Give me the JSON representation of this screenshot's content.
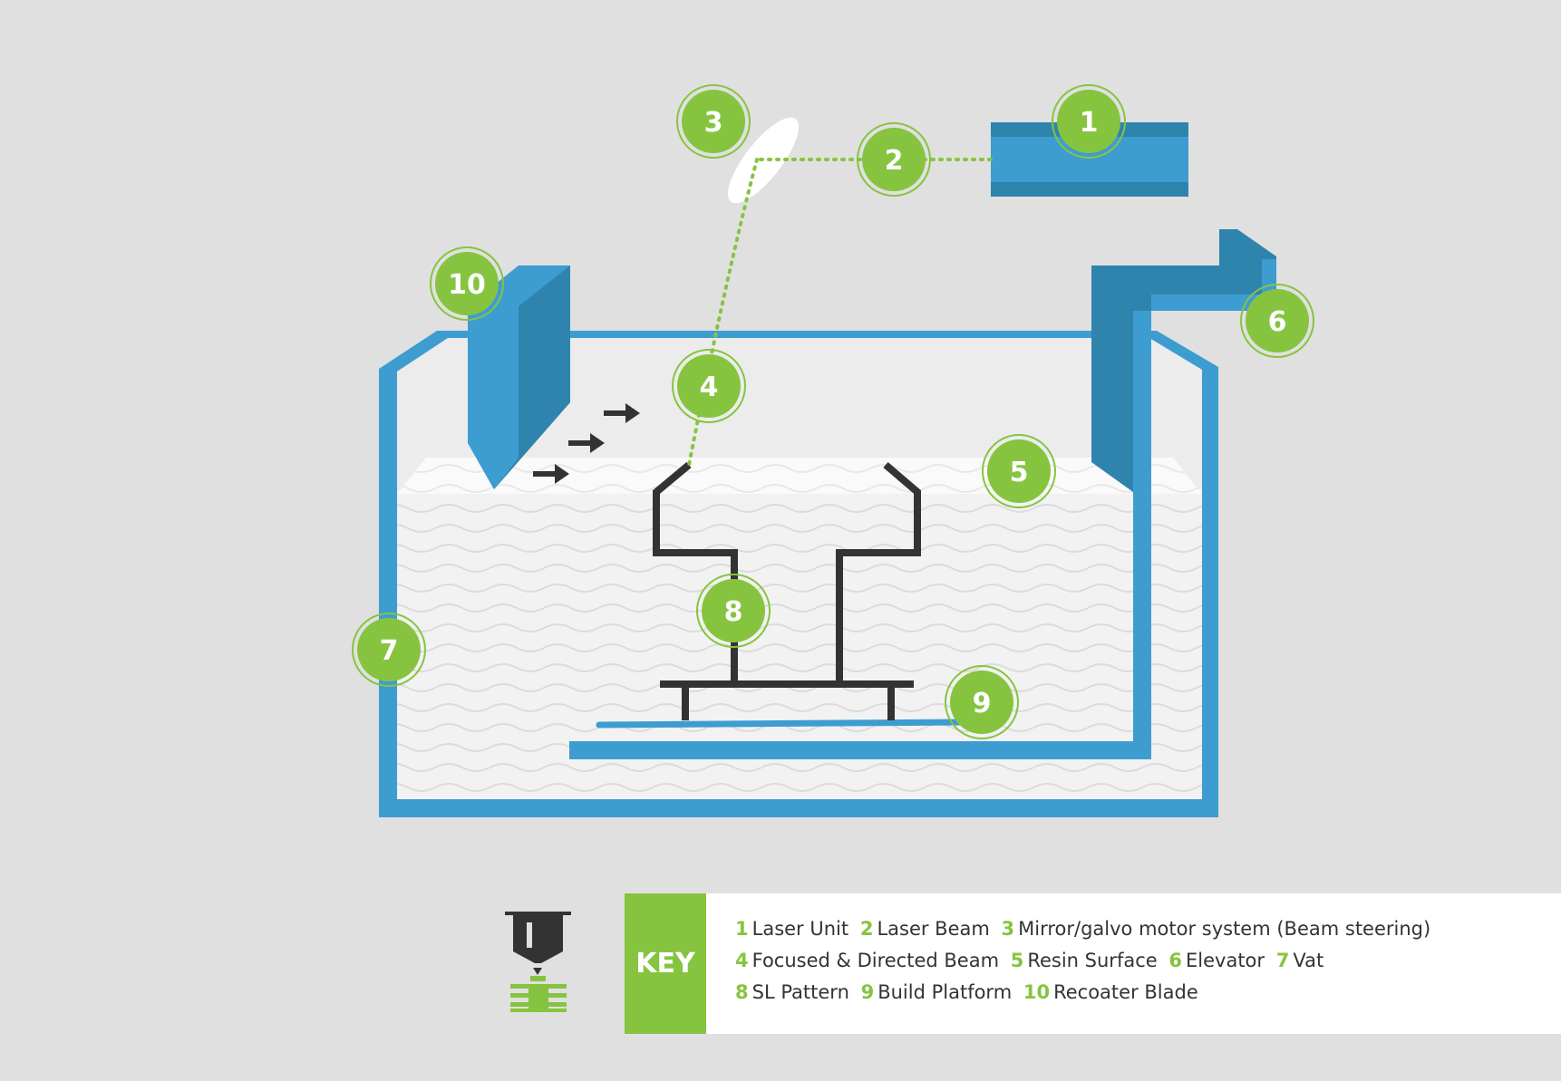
{
  "colors": {
    "background": "#e0e0e0",
    "blue": "#3d9dd1",
    "blue_dark": "#2f84ad",
    "green": "#86c440",
    "dark": "#333333",
    "resin": "#eeeeee"
  },
  "callouts": [
    "1",
    "2",
    "3",
    "4",
    "5",
    "6",
    "7",
    "8",
    "9",
    "10"
  ],
  "key": {
    "title": "KEY",
    "lines": [
      [
        {
          "num": "1",
          "text": "Laser Unit"
        },
        {
          "num": "2",
          "text": "Laser Beam"
        },
        {
          "num": "3",
          "text": "Mirror/galvo motor system (Beam steering)"
        }
      ],
      [
        {
          "num": "4",
          "text": "Focused & Directed Beam"
        },
        {
          "num": "5",
          "text": "Resin Surface"
        },
        {
          "num": "6",
          "text": "Elevator"
        },
        {
          "num": "7",
          "text": "Vat"
        }
      ],
      [
        {
          "num": "8",
          "text": "SL Pattern"
        },
        {
          "num": "9",
          "text": "Build Platform"
        },
        {
          "num": "10",
          "text": "Recoater Blade"
        }
      ]
    ]
  },
  "icons": {
    "printer": "sla-printer-icon",
    "arrow": "arrow-right-icon"
  }
}
